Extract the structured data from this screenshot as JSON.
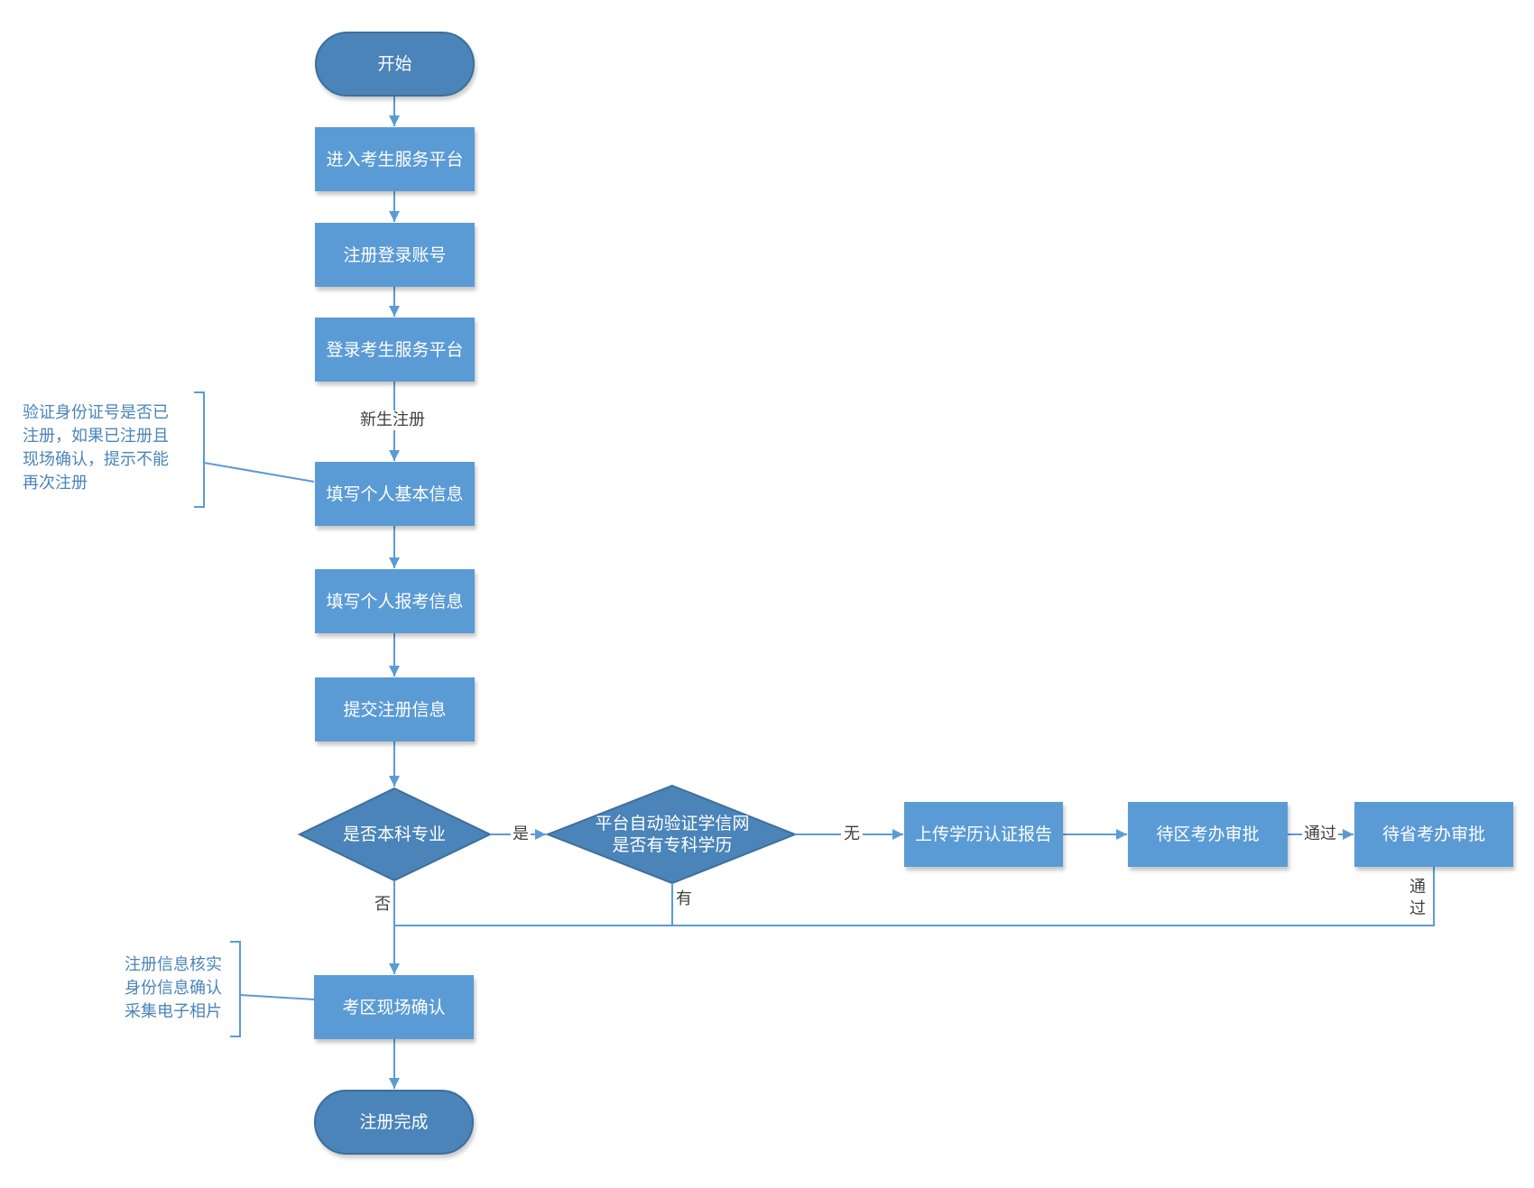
{
  "nodes": {
    "start": "开始",
    "enter_platform": "进入考生服务平台",
    "register_account": "注册登录账号",
    "login_platform": "登录考生服务平台",
    "fill_basic": "填写个人基本信息",
    "fill_exam": "填写个人报考信息",
    "submit": "提交注册信息",
    "is_bachelor": "是否本科专业",
    "auto_verify_line1": "平台自动验证学信网",
    "auto_verify_line2": "是否有专科学历",
    "upload_report": "上传学历认证报告",
    "district_review": "待区考办审批",
    "province_review": "待省考办审批",
    "onsite_confirm": "考区现场确认",
    "finish": "注册完成"
  },
  "edge_labels": {
    "new_register": "新生注册",
    "yes": "是",
    "no": "否",
    "none": "无",
    "has": "有",
    "pass": "通过",
    "pass_v1": "通",
    "pass_v2": "过"
  },
  "annotations": {
    "verify_id": "验证身份证号是否已\n注册，如果已注册且\n现场确认，提示不能\n再次注册",
    "onsite": "注册信息核实\n身份信息确认\n采集电子相片"
  },
  "colors": {
    "process_fill": "#5b9bd5",
    "terminal_fill": "#4a84b9",
    "decision_fill": "#4a84b9",
    "connector": "#5b9bd5",
    "annotation_text": "#4a84b9"
  }
}
